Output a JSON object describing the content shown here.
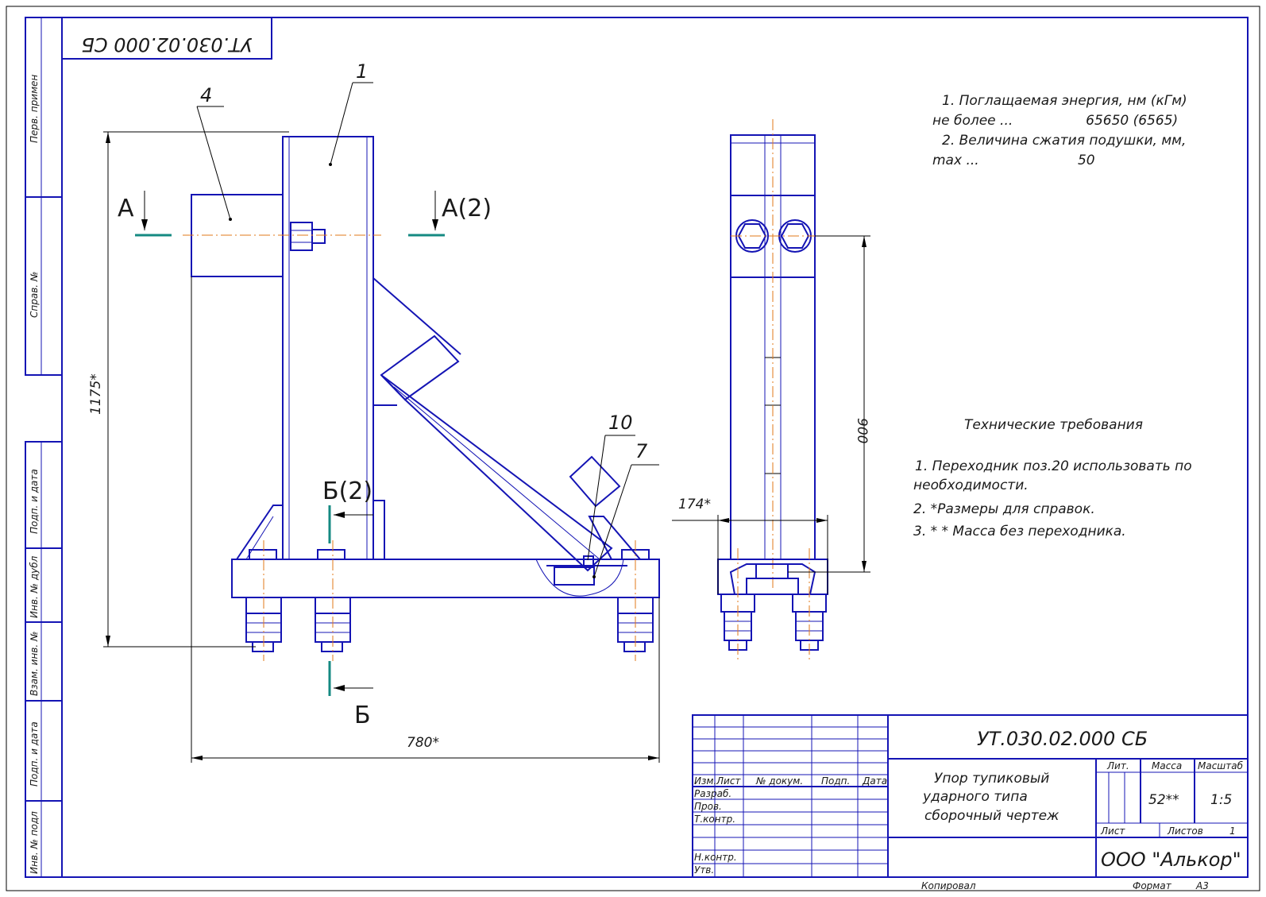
{
  "colors": {
    "outline": "#1414b4",
    "centerline": "#e07a1a",
    "section": "#158a82",
    "dim": "#000000"
  },
  "top_code": "УТ.030.02.000 СБ",
  "side_columns": [
    "Перв. примен",
    "Справ. №",
    "Подп. и дата",
    "Инв. № дубл",
    "Взам. инв. №",
    "Подп. и дата",
    "Инв. № подл"
  ],
  "callouts": {
    "p1": "1",
    "p4": "4",
    "p10": "10",
    "p7": "7"
  },
  "sections": {
    "a": "А",
    "a2": "А(2)",
    "b2": "Б(2)",
    "b": "Б"
  },
  "dimensions": {
    "height": "1175*",
    "width": "780*",
    "bolt_height": "900",
    "base_width": "174*"
  },
  "specs": [
    "1. Поглащаемая энергия, нм (кГм)",
    "не более ...                 65650 (6565)",
    "2. Величина сжатия подушки, мм,",
    "max ...                       50"
  ],
  "tech_req": {
    "title": "Технические требования",
    "lines": [
      "1. Переходник поз.20 использовать по",
      "необходимости.",
      "2.  *Размеры для справок.",
      "3.  * * Масса без переходника."
    ]
  },
  "title_block": {
    "code": "УТ.030.02.000 СБ",
    "name_lines": [
      "Упор тупиковый",
      "ударного типа",
      "сборочный чертеж"
    ],
    "headers": {
      "izm": "Изм.",
      "list": "Лист",
      "doc": "№ докум.",
      "sign": "Подп.",
      "date": "Дата"
    },
    "roles": [
      "Разраб.",
      "Пров.",
      "Т.контр.",
      "Н.контр.",
      "Утв."
    ],
    "lit_label": "Лит.",
    "mass_label": "Масса",
    "scale_label": "Масштаб",
    "mass_value": "52**",
    "scale_value": "1:5",
    "sheet_label": "Лист",
    "sheets_label": "Листов",
    "sheets_value": "1",
    "company": "ООО \"Алькор\"",
    "copied": "Копировал",
    "format_label": "Формат",
    "format_value": "А3"
  }
}
